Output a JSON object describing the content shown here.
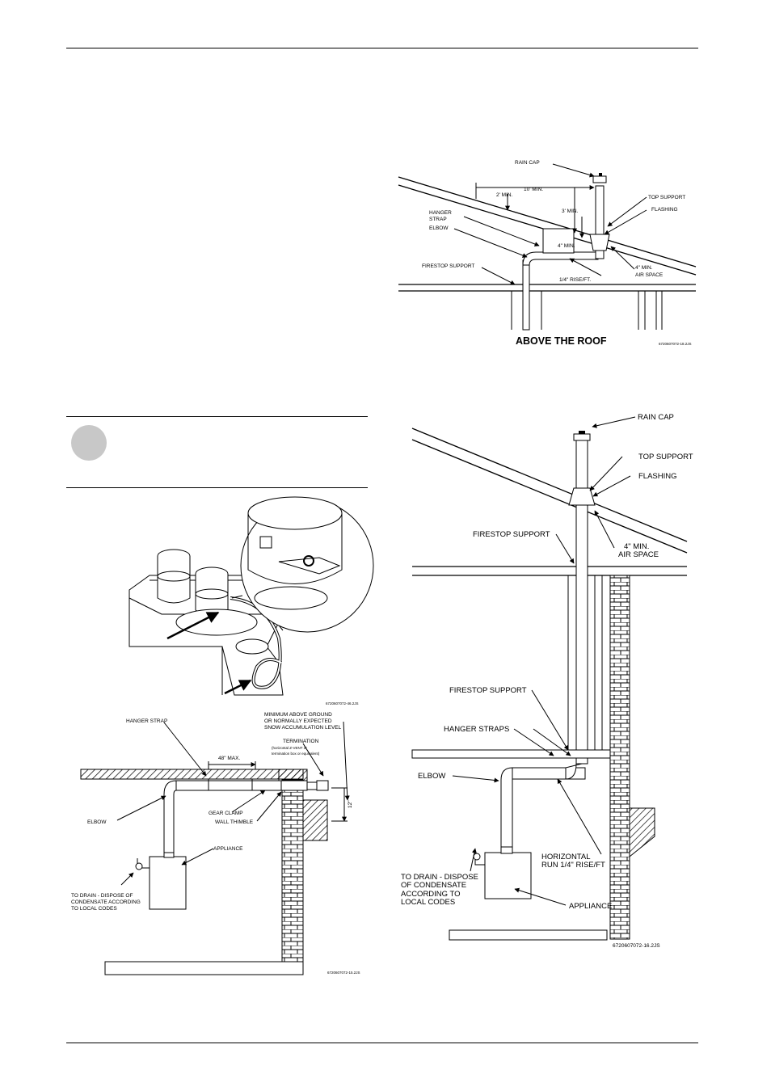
{
  "figure_above_roof": {
    "caption": "ABOVE THE ROOF",
    "labels": {
      "rain_cap": "RAIN CAP",
      "ten_min": "10' MIN.",
      "top_support": "TOP SUPPORT",
      "two_min": "2' MIN.",
      "flashing": "FLASHING",
      "hanger": "HANGER",
      "strap": "STRAP",
      "three_min": "3' MIN.",
      "elbow": "ELBOW",
      "four_min": "4\" MIN.",
      "firestop_support": "FIRESTOP SUPPORT",
      "rise": "1/4\" RISE/FT.",
      "air_min": "4\" MIN.",
      "air_space": "AIR SPACE"
    },
    "code": "6720607072-18.2JS"
  },
  "figure_vertical": {
    "labels": {
      "rain_cap": "RAIN CAP",
      "top_support": "TOP SUPPORT",
      "flashing": "FLASHING",
      "firestop_support_upper": "FIRESTOP SUPPORT",
      "air_min": "4\" MIN.",
      "air_space": "AIR SPACE",
      "firestop_support_lower": "FIRESTOP SUPPORT",
      "hanger_straps": "HANGER STRAPS",
      "elbow": "ELBOW",
      "horizontal": "HORIZONTAL",
      "run_rise": "RUN 1/4\" RISE/FT",
      "drain1": "TO DRAIN - DISPOSE",
      "drain2": "OF CONDENSATE",
      "drain3": "ACCORDING TO",
      "drain4": "LOCAL CODES",
      "appliance": "APPLIANCE"
    },
    "code": "6720607072-16.2JS"
  },
  "figure_boiler_detail": {
    "code": "6720607072-46.2JS"
  },
  "figure_horizontal": {
    "labels": {
      "hanger_strap": "HANGER STRAP",
      "min_snow1": "MINIMUM ABOVE GROUND",
      "min_snow2": "OR NORMALLY EXPECTED",
      "min_snow3": "SNOW ACCUMULATION LEVEL",
      "max48": "48\" MAX.",
      "termination": "TERMINATION",
      "term_note1": "(horizontal Z-VENT 3\"",
      "term_note2": "termination box or equivalent)",
      "twelve": "12\"",
      "elbow": "ELBOW",
      "gear_clamp": "GEAR CLAMP",
      "wall_thimble": "WALL THIMBLE",
      "appliance": "APPLIANCE",
      "drain1": "TO DRAIN - DISPOSE OF",
      "drain2": "CONDENSATE ACCORDING",
      "drain3": "TO LOCAL CODES"
    },
    "code": "6720607072-15.2JS"
  }
}
